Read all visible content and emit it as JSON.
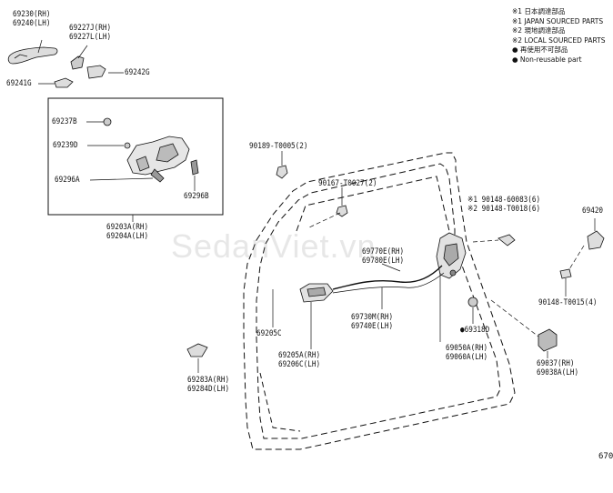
{
  "legend": {
    "l1": "※1 日本調達部品",
    "l2": "※1 JAPAN SOURCED PARTS",
    "l3": "※2 現地調達部品",
    "l4": "※2 LOCAL SOURCED PARTS",
    "l5": "● 再使用不可部品",
    "l6": "● Non-reusable part"
  },
  "parts": {
    "p69230": [
      "69230(RH)",
      "69240(LH)"
    ],
    "p69227": [
      "69227J(RH)",
      "69227L(LH)"
    ],
    "p69242": [
      "69242G"
    ],
    "p69241": [
      "69241G"
    ],
    "p69237": [
      "69237B"
    ],
    "p69239": [
      "69239D"
    ],
    "p69296a": [
      "69296A"
    ],
    "p69296b": [
      "69296B"
    ],
    "p69203": [
      "69203A(RH)",
      "69204A(LH)"
    ],
    "p90189": [
      "90189-T0005(2)"
    ],
    "p90167": [
      "90167-T0027(2)"
    ],
    "p90148a": [
      "※1 90148-60083(6)",
      "※2 90148-T0018(6)"
    ],
    "p69420": [
      "69420"
    ],
    "p69770": [
      "69770E(RH)",
      "69780E(LH)"
    ],
    "p90148b": [
      "90148-T0015(4)"
    ],
    "p69730": [
      "69730M(RH)",
      "69740E(LH)"
    ],
    "p69318": [
      "●69318D"
    ],
    "p69205c": [
      "69205C"
    ],
    "p69205a": [
      "69205A(RH)",
      "69206C(LH)"
    ],
    "p69050": [
      "69050A(RH)",
      "69060A(LH)"
    ],
    "p69037": [
      "69037(RH)",
      "69038A(LH)"
    ],
    "p69283": [
      "69283A(RH)",
      "69284D(LH)"
    ]
  },
  "page_code": "670",
  "watermark": "SedanViet.vn"
}
